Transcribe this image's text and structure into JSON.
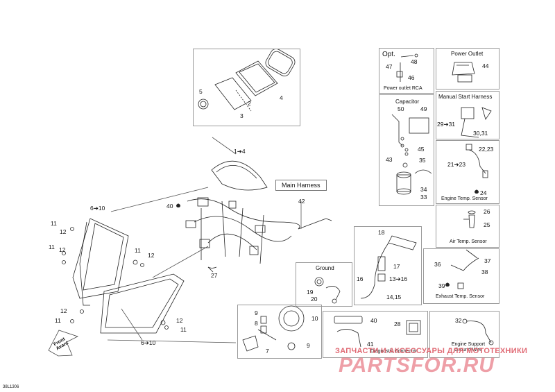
{
  "diagram_ref": "38L1306",
  "main_harness_label": "Main Harness",
  "front_label": "Front Avant",
  "boxes": {
    "opt": {
      "title": "Opt.",
      "caption": "Power outlet RCA",
      "parts": [
        "48",
        "47",
        "46"
      ]
    },
    "power_outlet": {
      "title": "Power Outlet",
      "parts": [
        "44"
      ]
    },
    "manual_start": {
      "title": "Manual Start Harness",
      "parts": [
        "29➔31",
        "30,31"
      ]
    },
    "capacitor": {
      "title": "Capacitor",
      "parts": [
        "50",
        "49",
        "45",
        "43",
        "35",
        "34",
        "33"
      ]
    },
    "engine_temp": {
      "title": "Engine Temp. Sensor",
      "parts": [
        "22,23",
        "21➔23",
        "24"
      ]
    },
    "air_temp": {
      "title": "Air Temp. Sensor",
      "parts": [
        "26",
        "25"
      ]
    },
    "exhaust_temp": {
      "title": "Exhaust Temp. Sensor",
      "parts": [
        "36",
        "37",
        "38",
        "39"
      ]
    },
    "ground": {
      "title": "Ground",
      "parts": [
        "19",
        "20"
      ]
    },
    "diag_connector": {
      "title": "Diagnostic Connector",
      "parts": [
        "28"
      ]
    },
    "engine_support": {
      "title": "Engine Support Ground Wire",
      "parts": [
        "32"
      ]
    }
  },
  "labels": {
    "l4": "4",
    "l5": "5",
    "l2": "2",
    "l3": "3",
    "l1to4": "1➔4",
    "l42": "42",
    "l40": "40",
    "l27": "27",
    "l6to10a": "6➔10",
    "l6to10b": "6➔10",
    "l11a": "11",
    "l12a": "12",
    "l11b": "11",
    "l12b": "12",
    "l11c": "11",
    "l12c": "12",
    "l12d": "12",
    "l11d": "11",
    "l12e": "12",
    "l11e": "11",
    "l18": "18",
    "l17": "17",
    "l16": "16",
    "l13to16": "13➔16",
    "l14_15": "14,15",
    "l9a": "9",
    "l8": "8",
    "l10": "10",
    "l9b": "9",
    "l7": "7",
    "l40b": "40",
    "l41": "41"
  },
  "watermark": {
    "line1": "ЗАПЧАСТИ И АКСЕССУАРЫ ДЛЯ МОТОТЕХНИКИ",
    "line2": "PARTSFOR.RU"
  }
}
